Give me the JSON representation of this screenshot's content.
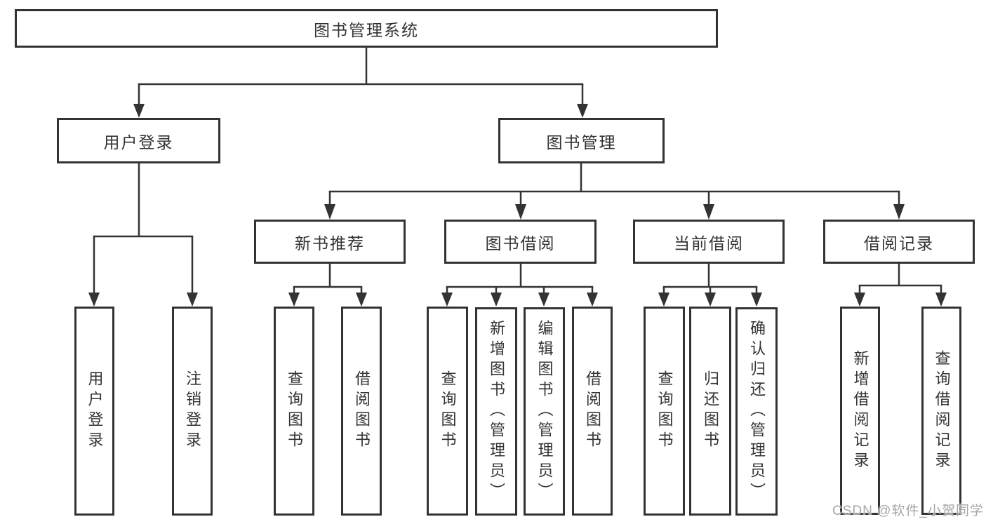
{
  "tree": {
    "root": "图书管理系统",
    "branches": [
      {
        "label": "用户登录",
        "children": [
          "用户登录",
          "注销登录"
        ]
      },
      {
        "label": "图书管理",
        "children": [
          {
            "label": "新书推荐",
            "children": [
              "查询图书",
              "借阅图书"
            ]
          },
          {
            "label": "图书借阅",
            "children": [
              "查询图书",
              "新增图书（管理员）",
              "编辑图书（管理员）",
              "借阅图书"
            ]
          },
          {
            "label": "当前借阅",
            "children": [
              "查询图书",
              "归还图书",
              "确认归还（管理员）"
            ]
          },
          {
            "label": "借阅记录",
            "children": [
              "新增借阅记录",
              "查询借阅记录"
            ]
          }
        ]
      }
    ]
  },
  "watermark": "CSDN @软件_小贺同学",
  "colors": {
    "line": "#333333",
    "box_border": "#333333",
    "text": "#333333",
    "watermark": "#a6a6a6",
    "background": "#ffffff"
  }
}
